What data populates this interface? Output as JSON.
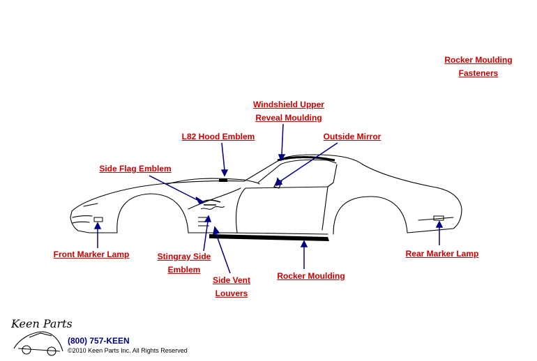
{
  "labels": {
    "rocker_fasteners_1": "Rocker Moulding",
    "rocker_fasteners_2": "Fasteners",
    "windshield_1": "Windshield Upper",
    "windshield_2": "Reveal Moulding",
    "l82_hood_emblem": "L82 Hood Emblem",
    "outside_mirror": "Outside Mirror",
    "side_flag_emblem": "Side Flag Emblem",
    "front_marker_lamp": "Front Marker Lamp",
    "stingray_side_1": "Stingray Side",
    "stingray_side_2": "Emblem",
    "side_vent_1": "Side Vent",
    "side_vent_2": "Louvers",
    "rocker_moulding": "Rocker Moulding",
    "rear_marker_lamp": "Rear Marker Lamp"
  },
  "footer": {
    "phone": "(800) 757-KEEN",
    "copyright": "©2010 Keen Parts Inc. All Rights Reserved"
  },
  "logo_text": "Keen Parts",
  "colors": {
    "label": "#cc0000",
    "pointer": "#000080",
    "outline": "#000000"
  }
}
